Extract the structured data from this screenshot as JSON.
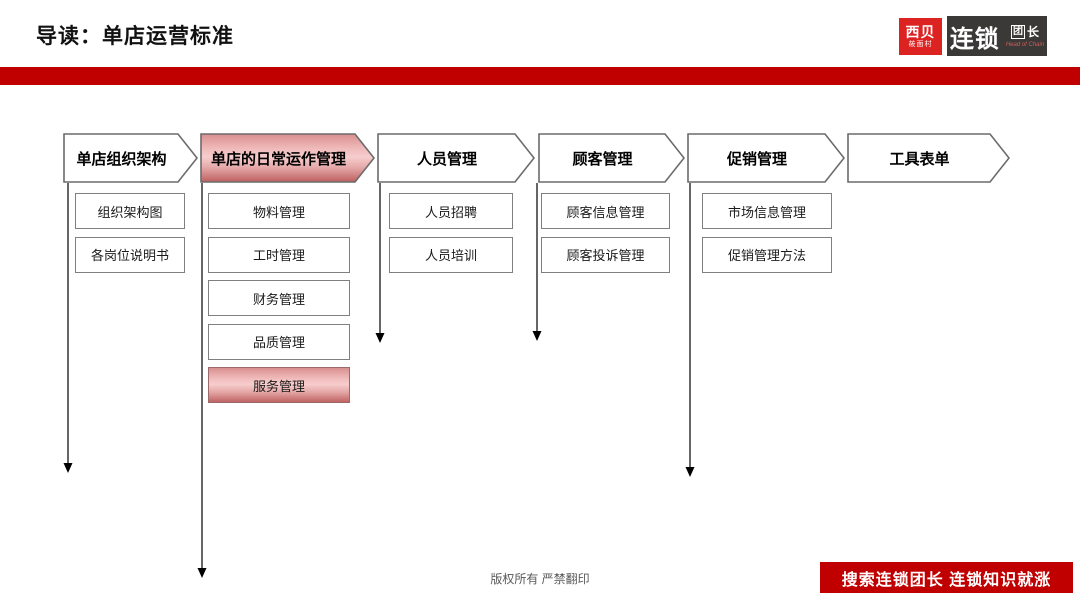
{
  "title": "导读：单店运营标准",
  "logos": {
    "xibei": {
      "name": "西贝",
      "sub": "莜面村"
    },
    "chain": {
      "main": "连锁",
      "badge": "团",
      "suffix": "长",
      "tagline": "Head of Chain"
    }
  },
  "colors": {
    "accent_red": "#C00000",
    "logo_red": "#DD2222",
    "logo_dark": "#3B3838",
    "highlight_pink_light": "#F7CDCD",
    "highlight_pink_dark": "#C06363",
    "border_gray": "#7F7F7F"
  },
  "flowchart": {
    "columns": [
      {
        "header": "单店组织架构",
        "header_highlight": false,
        "items": [
          {
            "label": "组织架构图",
            "highlight": false
          },
          {
            "label": "各岗位说明书",
            "highlight": false
          }
        ]
      },
      {
        "header": "单店的日常运作管理",
        "header_highlight": true,
        "items": [
          {
            "label": "物料管理",
            "highlight": false
          },
          {
            "label": "工时管理",
            "highlight": false
          },
          {
            "label": "财务管理",
            "highlight": false
          },
          {
            "label": "品质管理",
            "highlight": false
          },
          {
            "label": "服务管理",
            "highlight": true
          }
        ]
      },
      {
        "header": "人员管理",
        "header_highlight": false,
        "items": [
          {
            "label": "人员招聘",
            "highlight": false
          },
          {
            "label": "人员培训",
            "highlight": false
          }
        ]
      },
      {
        "header": "顾客管理",
        "header_highlight": false,
        "items": [
          {
            "label": "顾客信息管理",
            "highlight": false
          },
          {
            "label": "顾客投诉管理",
            "highlight": false
          }
        ]
      },
      {
        "header": "促销管理",
        "header_highlight": false,
        "items": [
          {
            "label": "市场信息管理",
            "highlight": false
          },
          {
            "label": "促销管理方法",
            "highlight": false
          }
        ]
      },
      {
        "header": "工具表单",
        "header_highlight": false,
        "items": []
      }
    ]
  },
  "footer": {
    "copyright": "版权所有 严禁翻印",
    "banner": "搜索连锁团长 连锁知识就涨"
  }
}
